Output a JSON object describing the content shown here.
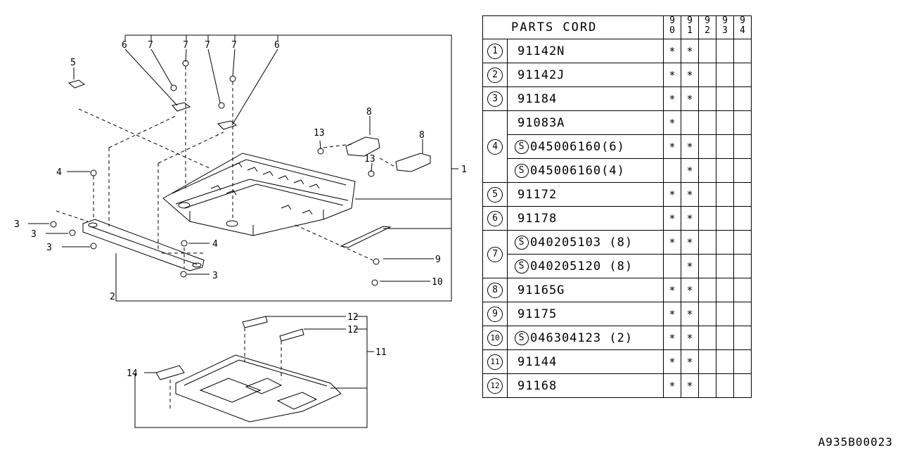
{
  "diagram": {
    "callouts": [
      "1",
      "2",
      "3",
      "3",
      "3",
      "3",
      "4",
      "4",
      "5",
      "6",
      "6",
      "7",
      "7",
      "7",
      "7",
      "8",
      "8",
      "9",
      "10",
      "11",
      "12",
      "12",
      "13",
      "13",
      "14"
    ]
  },
  "table": {
    "header_title": "PARTS CORD",
    "year_columns": [
      {
        "top": "9",
        "bottom": "0"
      },
      {
        "top": "9",
        "bottom": "1"
      },
      {
        "top": "9",
        "bottom": "2"
      },
      {
        "top": "9",
        "bottom": "3"
      },
      {
        "top": "9",
        "bottom": "4"
      }
    ],
    "rows": [
      {
        "no": "1",
        "s": false,
        "code": "91142N",
        "marks": [
          "*",
          "*",
          "",
          "",
          ""
        ]
      },
      {
        "no": "2",
        "s": false,
        "code": "91142J",
        "marks": [
          "*",
          "*",
          "",
          "",
          ""
        ]
      },
      {
        "no": "3",
        "s": false,
        "code": "91184",
        "marks": [
          "*",
          "*",
          "",
          "",
          ""
        ]
      },
      {
        "no": "4",
        "s": false,
        "code": "91083A",
        "marks": [
          "*",
          "",
          "",
          "",
          ""
        ]
      },
      {
        "no": "",
        "s": true,
        "code": "045006160(6)",
        "marks": [
          "*",
          "*",
          "",
          "",
          ""
        ]
      },
      {
        "no": "",
        "s": true,
        "code": "045006160(4)",
        "marks": [
          "",
          "*",
          "",
          "",
          ""
        ]
      },
      {
        "no": "5",
        "s": false,
        "code": "91172",
        "marks": [
          "*",
          "*",
          "",
          "",
          ""
        ]
      },
      {
        "no": "6",
        "s": false,
        "code": "91178",
        "marks": [
          "*",
          "*",
          "",
          "",
          ""
        ]
      },
      {
        "no": "7",
        "s": true,
        "code": "040205103 (8)",
        "marks": [
          "*",
          "*",
          "",
          "",
          ""
        ]
      },
      {
        "no": "",
        "s": true,
        "code": "040205120 (8)",
        "marks": [
          "",
          "*",
          "",
          "",
          ""
        ]
      },
      {
        "no": "8",
        "s": false,
        "code": "91165G",
        "marks": [
          "*",
          "*",
          "",
          "",
          ""
        ]
      },
      {
        "no": "9",
        "s": false,
        "code": "91175",
        "marks": [
          "*",
          "*",
          "",
          "",
          ""
        ]
      },
      {
        "no": "10",
        "s": true,
        "code": "046304123 (2)",
        "marks": [
          "*",
          "*",
          "",
          "",
          ""
        ]
      },
      {
        "no": "11",
        "s": false,
        "code": "91144",
        "marks": [
          "*",
          "*",
          "",
          "",
          ""
        ]
      },
      {
        "no": "12",
        "s": false,
        "code": "91168",
        "marks": [
          "*",
          "*",
          "",
          "",
          ""
        ]
      }
    ],
    "s_symbol": "S"
  },
  "footer_code": "A935B00023"
}
